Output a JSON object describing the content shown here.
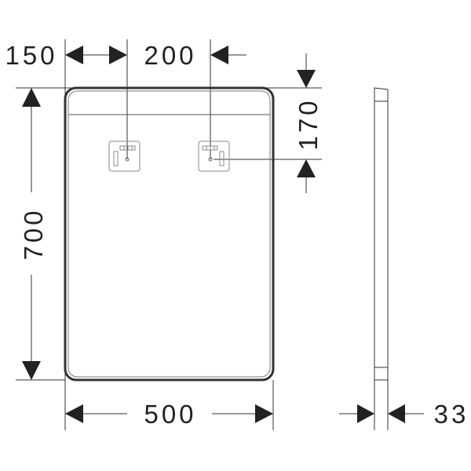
{
  "drawing": {
    "dimensions": {
      "left_offset": "150",
      "socket_spacing": "200",
      "socket_height": "170",
      "height": "700",
      "width": "500",
      "depth": "33"
    },
    "units": "mm",
    "line_color": "#333333",
    "arrow_color": "#222222"
  }
}
